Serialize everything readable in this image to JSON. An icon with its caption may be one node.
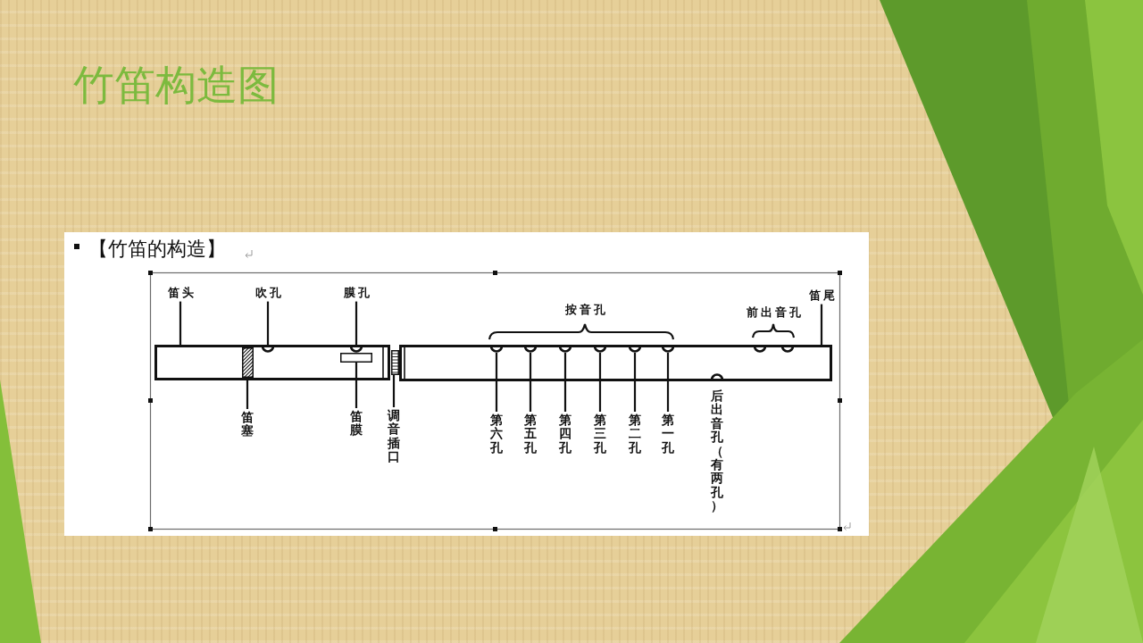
{
  "diagram": {
    "title": "竹笛构造图",
    "nodes": [
      {
        "text": [
          "笛头"
        ]
      },
      {
        "text": [
          "吹孔"
        ]
      },
      {
        "text": [
          "膜孔"
        ]
      },
      {
        "text": [
          "笛尾"
        ]
      },
      {
        "text": [],
        "shape": "bar"
      },
      {
        "text": [],
        "shape": "box",
        "in": 4
      },
      {
        "text": [],
        "shape": "circle",
        "in": 4
      },
      {
        "text": [],
        "shape": "box",
        "in": 4
      },
      {
        "text": [],
        "shape": "circle",
        "in": 4
      },
      {
        "text": [],
        "shape": "box"
      },
      {
        "text": [],
        "shape": "bar"
      },
      {
        "text": [],
        "shape": "circle",
        "in": 10
      },
      {
        "text": [],
        "shape": "circle",
        "in": 10
      },
      {
        "text": [],
        "shape": "circle",
        "in": 10
      },
      {
        "text": [],
        "shape": "circle",
        "in": 10
      },
      {
        "text": [],
        "shape": "circle",
        "in": 10
      },
      {
        "text": [],
        "shape": "circle",
        "in": 10
      },
      {
        "text": [],
        "shape": "circle",
        "in": 10
      },
      {
        "text": [],
        "shape": "circle",
        "in": 10
      },
      {
        "text": [],
        "shape": "circle",
        "in": 10
      },
      {
        "text": [
          "笛塞"
        ]
      },
      {
        "text": [
          "笛膜"
        ]
      },
      {
        "text": [
          "调音插口"
        ]
      },
      {
        "text": [
          "第六孔"
        ]
      },
      {
        "text": [
          "第五孔"
        ]
      },
      {
        "text": [
          "第四孔"
        ]
      },
      {
        "text": [
          "第三孔"
        ]
      },
      {
        "text": [
          "第二孔"
        ]
      },
      {
        "text": [
          "第一孔"
        ]
      }
    ],
    "edges": [
      {
        "from": 0,
        "to": 4,
        "arrow": "none"
      },
      {
        "from": 1,
        "to": 6,
        "arrow": "none"
      },
      {
        "from": 2,
        "to": 8,
        "arrow": "none"
      },
      {
        "from": 3,
        "to": 10,
        "arrow": "none"
      },
      {
        "from": 20,
        "to": 5,
        "arrow": "none"
      },
      {
        "from": 21,
        "to": 7,
        "arrow": "none"
      },
      {
        "from": 22,
        "to": 9,
        "arrow": "none"
      },
      {
        "from": 23,
        "to": 11,
        "arrow": "none"
      },
      {
        "from": 24,
        "to": 12,
        "arrow": "none"
      },
      {
        "from": 25,
        "to": 13,
        "arrow": "none"
      },
      {
        "from": 26,
        "to": 14,
        "arrow": "none"
      },
      {
        "from": 27,
        "to": 15,
        "arrow": "none"
      },
      {
        "from": 28,
        "to": 16,
        "arrow": "none"
      }
    ],
    "labels": [
      "【竹笛的构造】",
      "按音孔",
      "前出音孔",
      "后出音孔（有两孔）"
    ]
  }
}
